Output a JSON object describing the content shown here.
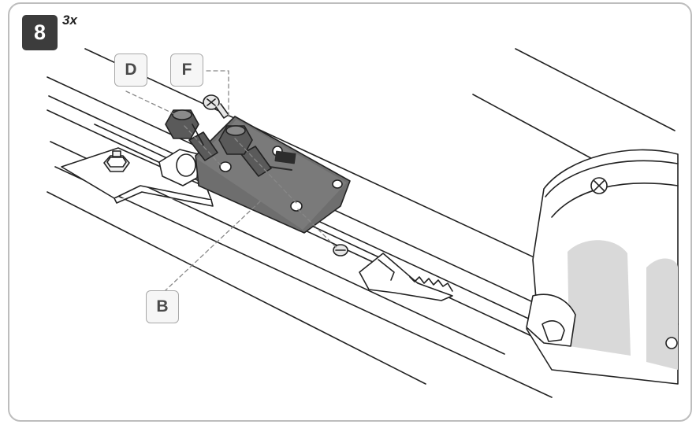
{
  "step": {
    "number": "8",
    "quantity": "3x"
  },
  "callouts": {
    "d": "D",
    "f": "F",
    "b": "B"
  },
  "colors": {
    "badge": "#3c3c3c",
    "frame_border": "#bdbdbd",
    "part_dark": "#6e6e6e",
    "part_light": "#f2f2f2",
    "motor_shade": "#d9d9d9"
  }
}
